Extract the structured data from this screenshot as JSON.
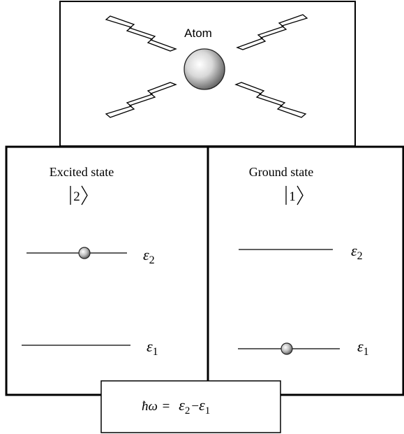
{
  "atom_panel": {
    "label": "Atom"
  },
  "excited_panel": {
    "title": "Excited state",
    "ket_label": "2",
    "upper_level_label": {
      "symbol": "ε",
      "subscript": "2"
    },
    "lower_level_label": {
      "symbol": "ε",
      "subscript": "1"
    },
    "electron_on_level": "upper"
  },
  "ground_panel": {
    "title": "Ground state",
    "ket_label": "1",
    "upper_level_label": {
      "symbol": "ε",
      "subscript": "2"
    },
    "lower_level_label": {
      "symbol": "ε",
      "subscript": "1"
    },
    "electron_on_level": "lower"
  },
  "equation": {
    "lhs": "ħω",
    "equals": "=",
    "term1": {
      "symbol": "ε",
      "subscript": "2"
    },
    "minus": "−",
    "term2": {
      "symbol": "ε",
      "subscript": "1"
    }
  }
}
